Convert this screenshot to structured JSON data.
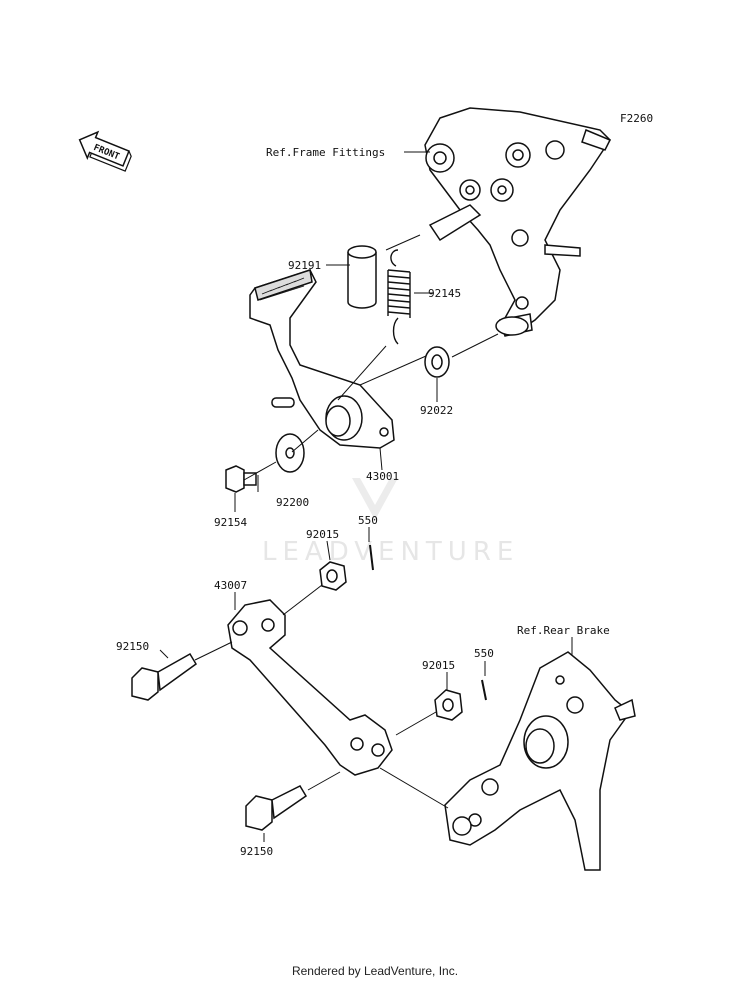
{
  "diagram": {
    "figure_code": "F2260",
    "front_label": "FRONT",
    "watermark": "LEADVENTURE",
    "credit": "Rendered by LeadVenture, Inc.",
    "refs": {
      "frame": "Ref.Frame Fittings",
      "rear_brake": "Ref.Rear Brake"
    },
    "parts": {
      "p92191": "92191",
      "p92145": "92145",
      "p92022": "92022",
      "p43001": "43001",
      "p92200": "92200",
      "p92154": "92154",
      "p92015a": "92015",
      "p550a": "550",
      "p43007": "43007",
      "p92150a": "92150",
      "p92015b": "92015",
      "p550b": "550",
      "p92150b": "92150"
    }
  }
}
